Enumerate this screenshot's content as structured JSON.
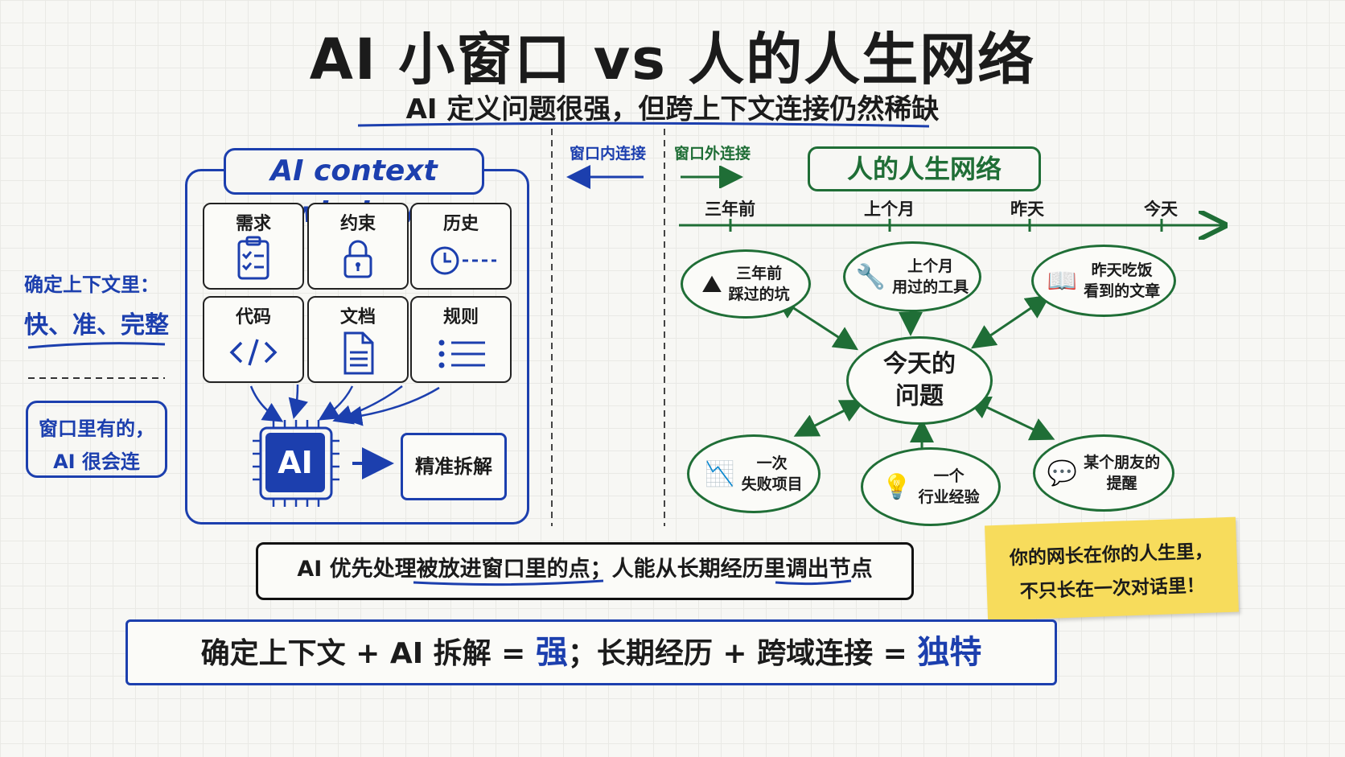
{
  "title": "AI 小窗口 vs 人的人生网络",
  "subtitle": "AI 定义问题很强，但跨上下文连接仍然稀缺",
  "left_panel": {
    "note_line1": "确定上下文里：",
    "note_line2": "快、准、完整",
    "note_box_line1": "窗口里有的，",
    "note_box_line2": "AI 很会连"
  },
  "ai_window": {
    "title": "AI context window",
    "tiles": [
      {
        "label": "需求",
        "icon": "clipboard-checklist-icon"
      },
      {
        "label": "约束",
        "icon": "padlock-icon"
      },
      {
        "label": "历史",
        "icon": "clock-history-icon"
      },
      {
        "label": "代码",
        "icon": "code-brackets-icon"
      },
      {
        "label": "文档",
        "icon": "document-icon"
      },
      {
        "label": "规则",
        "icon": "bullet-list-icon"
      }
    ],
    "chip_label": "AI",
    "output_label": "精准拆解"
  },
  "divider": {
    "inside_label": "窗口内连接",
    "outside_label": "窗口外连接"
  },
  "life_network": {
    "title": "人的人生网络",
    "timeline": [
      "三年前",
      "上个月",
      "昨天",
      "今天"
    ],
    "center": {
      "line1": "今天的",
      "line2": "问题"
    },
    "nodes": [
      {
        "line1": "三年前",
        "line2": "踩过的坑",
        "icon": "flag-mountain-icon"
      },
      {
        "line1": "上个月",
        "line2": "用过的工具",
        "icon": "wrench-icon"
      },
      {
        "line1": "昨天吃饭",
        "line2": "看到的文章",
        "icon": "open-book-icon"
      },
      {
        "line1": "一次",
        "line2": "失败项目",
        "icon": "failed-chart-icon"
      },
      {
        "line1": "一个",
        "line2": "行业经验",
        "icon": "lightbulb-icon"
      },
      {
        "line1": "某个朋友的",
        "line2": "提醒",
        "icon": "speech-bubble-icon"
      }
    ]
  },
  "bottom_note": "AI 优先处理被放进窗口里的点；人能从长期经历里调出节点",
  "sticky_note": {
    "line1": "你的网长在你的人生里，",
    "line2": "不只长在一次对话里！"
  },
  "formula": {
    "part1": "确定上下文 + AI 拆解 = ",
    "strong": "强",
    "part2": "；长期经历 + 跨域连接 = ",
    "unique": "独特"
  },
  "colors": {
    "blue": "#1c3fae",
    "green": "#1f6e36",
    "sticky": "#f7dc5c"
  }
}
